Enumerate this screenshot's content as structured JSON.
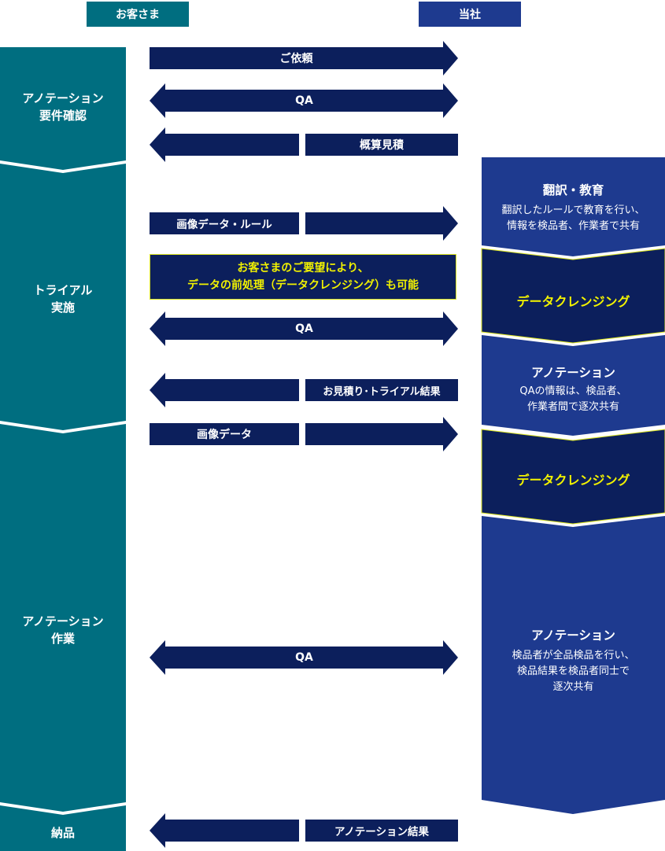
{
  "headers": {
    "customer": "お客さま",
    "company": "当社"
  },
  "phases": [
    {
      "label_lines": [
        "アノテーション",
        "要件確認"
      ]
    },
    {
      "label_lines": [
        "トライアル",
        "実施"
      ]
    },
    {
      "label_lines": [
        "アノテーション",
        "作業"
      ]
    },
    {
      "label_lines": [
        "納品"
      ]
    }
  ],
  "flows": {
    "request": "ご依頼",
    "qa1": "QA",
    "estimate": "概算見積",
    "image_rules": "画像データ・ルール",
    "preprocess_note": [
      "お客さまのご要望により、",
      "データの前処理（データクレンジング）も可能"
    ],
    "qa2": "QA",
    "trial_result": "お見積り･トライアル結果",
    "image_data": "画像データ",
    "qa3": "QA",
    "delivery_result": "アノテーション結果"
  },
  "company_steps": {
    "training_title": "翻訳・教育",
    "training_desc": [
      "翻訳したルールで教育を行い、",
      "情報を検品者、作業者で共有"
    ],
    "cleansing1_title": "データクレンジング",
    "annotation1_title": "アノテーション",
    "annotation1_desc": [
      "QAの情報は、検品者、",
      "作業者間で逐次共有"
    ],
    "cleansing2_title": "データクレンジング",
    "annotation2_title": "アノテーション",
    "annotation2_desc": [
      "検品者が全品検品を行い、",
      "検品結果を検品者同士で",
      "逐次共有"
    ]
  },
  "colors": {
    "teal": "#006e80",
    "navy": "#0c1f5c",
    "royal": "#1e3a8f",
    "yellow": "#f2f200"
  }
}
